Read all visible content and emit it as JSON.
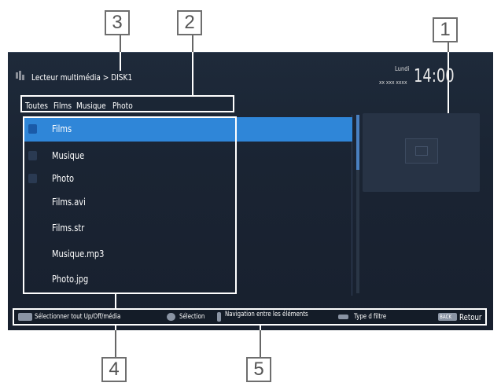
{
  "callouts": [
    "3",
    "2",
    "1",
    "4",
    "5"
  ],
  "header": {
    "breadcrumb": "Lecteur multimédia > DISK1",
    "day": "Lundi",
    "date": "xx xxx xxxx",
    "time": "14:00"
  },
  "filters": [
    "Toutes",
    "Films",
    "Musique",
    "Photo"
  ],
  "list": {
    "items": [
      {
        "label": "Films",
        "icon": "folder-icon",
        "selected": true
      },
      {
        "label": "Musique",
        "icon": "folder-icon",
        "selected": false
      },
      {
        "label": "Photo",
        "icon": "folder-icon",
        "selected": false
      },
      {
        "label": "Films.avi",
        "icon": "",
        "selected": false
      },
      {
        "label": "Films.str",
        "icon": "",
        "selected": false
      },
      {
        "label": "Musique.mp3",
        "icon": "",
        "selected": false
      },
      {
        "label": "Photo.jpg",
        "icon": "",
        "selected": false
      }
    ]
  },
  "statusbar": {
    "select_all": "Sélectionner tout Up/Off/média",
    "selection": "Sélection",
    "navigation": "Navigation entre les éléments",
    "filter_type": "Type d filtre",
    "back_key": "BACK",
    "back_label": "Retour"
  },
  "colors": {
    "accent": "#2f86d8",
    "background": "#1a2433",
    "outline": "#ffffff"
  }
}
